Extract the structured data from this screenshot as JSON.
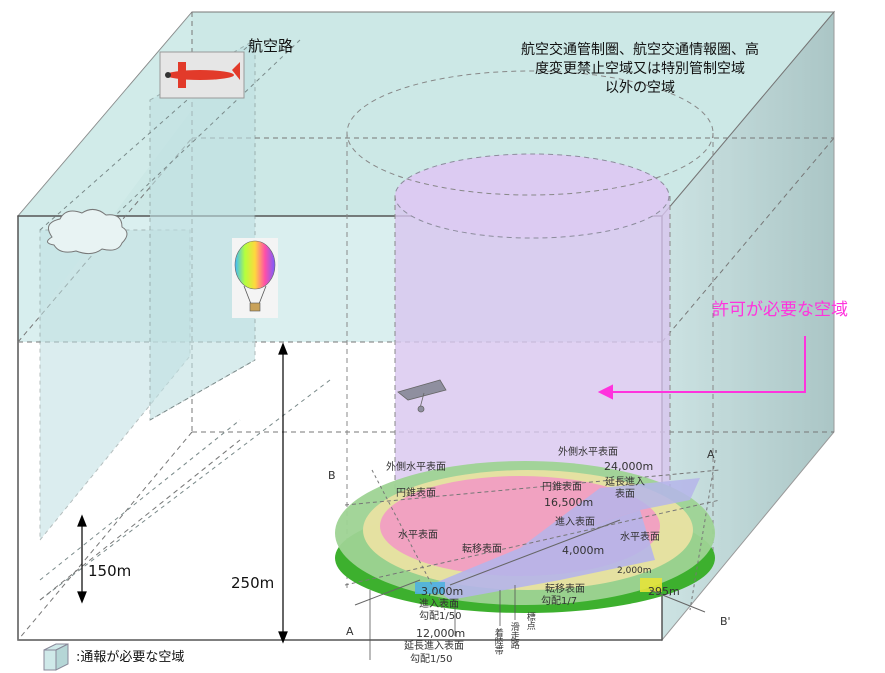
{
  "labels": {
    "airway": "航空路",
    "airspace_outside": [
      "航空交通管制圏、航空交通情報圏、高",
      "度変更禁止空域又は特別管制空域",
      "以外の空域"
    ],
    "permit_required": "許可が必要な空域",
    "h150": "150m",
    "h250": "250m",
    "notify_legend": ":通報が必要な空域"
  },
  "surfaces": {
    "outer_horizontal": "外側水平表面",
    "r24000": "24,000m",
    "conical": "円錐表面",
    "conical_center": "円錐表面",
    "r16500": "16,500m",
    "ext_approach_right": [
      "延長進入",
      "表面"
    ],
    "approach": "進入表面",
    "horizontal_left": "水平表面",
    "horizontal_right": "水平表面",
    "r4000": "4,000m",
    "transition": "転移表面",
    "transition_slope_label": "転移表面",
    "slope_1_7": "勾配1/7",
    "r3000": "3,000m",
    "approach_surface_lbl": "進入表面",
    "slope_1_50": "勾配1/50",
    "r12000": "12,000m",
    "ext_approach_lbl": "延長進入表面",
    "slope_1_50_b": "勾配1/50",
    "landing_strip": "着陸帯",
    "runway": "滑走路",
    "marker": "標点",
    "h295": "295m",
    "r2000": "2,000m"
  },
  "section_marks": {
    "A": "A",
    "A_prime": "A'",
    "B": "B",
    "B_prime": "B'"
  },
  "icons": [
    "airplane-icon",
    "balloon-icon",
    "hang-glider-icon",
    "cloud-icon"
  ],
  "colors": {
    "box_fill": "#cfe9e9",
    "cylinder": "#d9c8ef",
    "permit_text": "#ff33dd",
    "outer_ring": "#9fd49a",
    "conical_ring": "#efe6a8",
    "horizontal": "#f5a9c8",
    "approach": "#b7b7ee"
  }
}
